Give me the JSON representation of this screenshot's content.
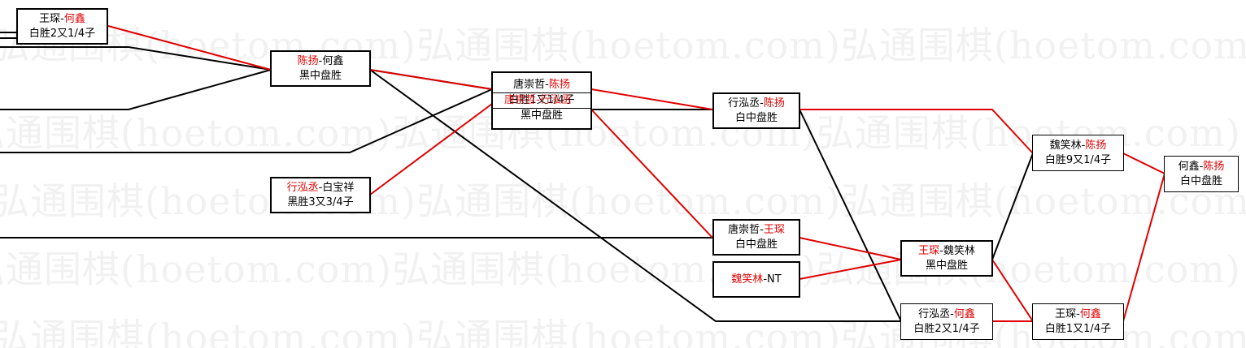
{
  "colors": {
    "winner_line": "#e00000",
    "normal_line": "#000000",
    "winner_text": "#e00000"
  },
  "watermark": "弘通围棋(hoetom.com)",
  "matches": [
    {
      "id": "m1",
      "p1": "王琛",
      "p2": "何鑫",
      "winner": 2,
      "result": "白胜2又1/4子"
    },
    {
      "id": "m2",
      "p1": "陈扬",
      "p2": "何鑫",
      "winner": 1,
      "result": "黑中盘胜"
    },
    {
      "id": "m3",
      "p1": "唐崇哲",
      "p2": "陈扬",
      "winner": 2,
      "result": "白胜1又1/4子",
      "overlap": "唐崇哲-行泓丞",
      "result2": "黑中盘胜"
    },
    {
      "id": "m4",
      "p1": "行泓丞",
      "p2": "白宝祥",
      "winner": 1,
      "result": "黑胜3又3/4子"
    },
    {
      "id": "m5",
      "p1": "行泓丞",
      "p2": "陈扬",
      "winner": 2,
      "result": "白中盘胜"
    },
    {
      "id": "m6",
      "p1": "唐崇哲",
      "p2": "王琛",
      "winner": 2,
      "result": "白中盘胜"
    },
    {
      "id": "m7",
      "p1": "魏笑林",
      "p2": "NT",
      "winner": 1,
      "result": ""
    },
    {
      "id": "m8",
      "p1": "王琛",
      "p2": "魏笑林",
      "winner": 1,
      "result": "黑中盘胜"
    },
    {
      "id": "m9",
      "p1": "行泓丞",
      "p2": "何鑫",
      "winner": 2,
      "result": "白胜2又1/4子"
    },
    {
      "id": "m10",
      "p1": "魏笑林",
      "p2": "陈扬",
      "winner": 2,
      "result": "白胜9又1/4子"
    },
    {
      "id": "m11",
      "p1": "王琛",
      "p2": "何鑫",
      "winner": 2,
      "result": "白胜1又1/4子"
    },
    {
      "id": "m12",
      "p1": "何鑫",
      "p2": "陈扬",
      "winner": 2,
      "result": "白中盘胜"
    }
  ]
}
